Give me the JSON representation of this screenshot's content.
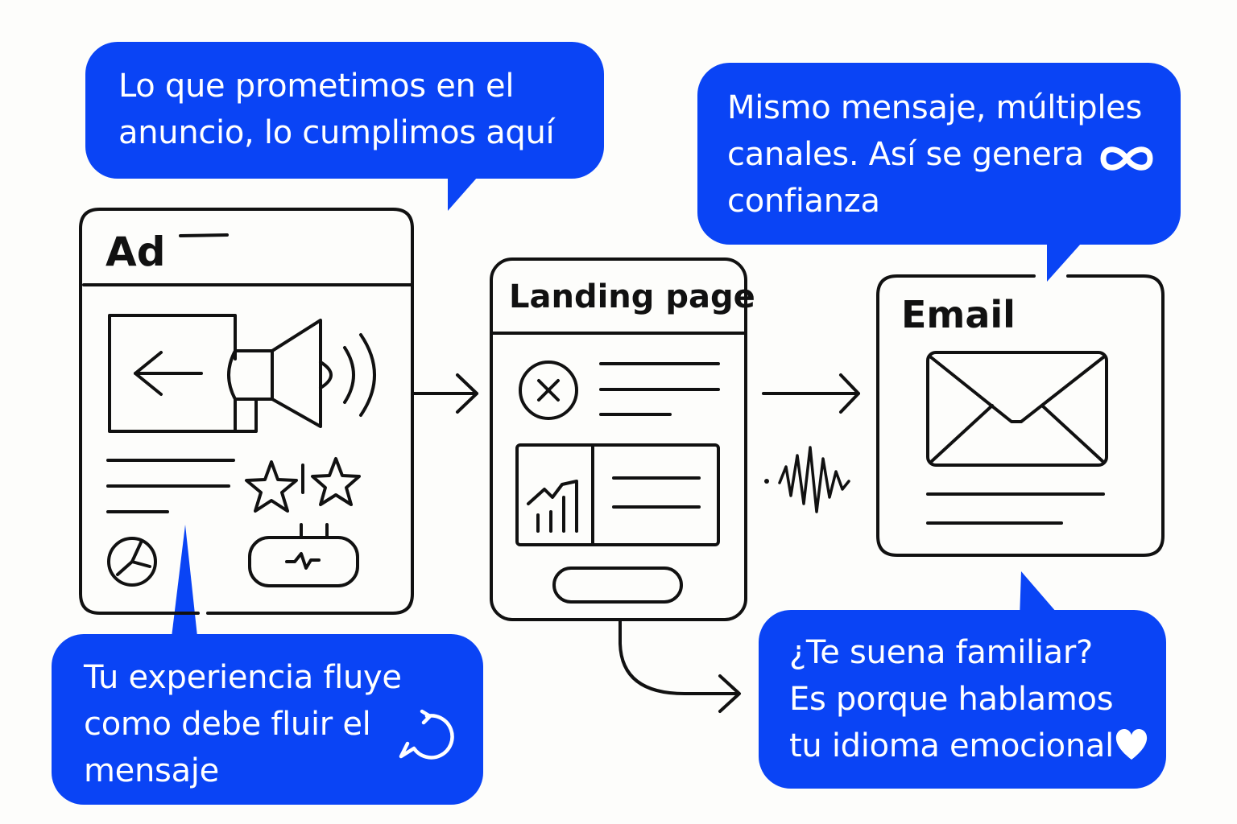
{
  "bubbles": {
    "top_left": {
      "lines": [
        "Lo que prometimos en el",
        "anuncio, lo cumplimos aquí"
      ]
    },
    "top_right": {
      "lines": [
        "Mismo mensaje, múltiples",
        "canales. Así se genera",
        "confianza"
      ]
    },
    "bottom_left": {
      "lines": [
        "Tu experiencia fluye",
        "como debe fluir el",
        "mensaje"
      ]
    },
    "bottom_right": {
      "lines": [
        "¿Te suena familiar?",
        "Es porque hablamos",
        "tu idioma emocional"
      ]
    }
  },
  "cards": {
    "ad": {
      "title": "Ad"
    },
    "landing": {
      "title": "Landing page"
    },
    "email": {
      "title": "Email"
    }
  },
  "colors": {
    "bubble_blue": "#0a44f5",
    "ink": "#111111",
    "background": "#fdfdfb"
  },
  "icons": {
    "infinity": "infinity-icon",
    "heart": "heart-icon",
    "chat": "chat-refresh-icon",
    "megaphone": "megaphone-icon",
    "envelope": "envelope-icon",
    "waveform": "waveform-icon"
  }
}
